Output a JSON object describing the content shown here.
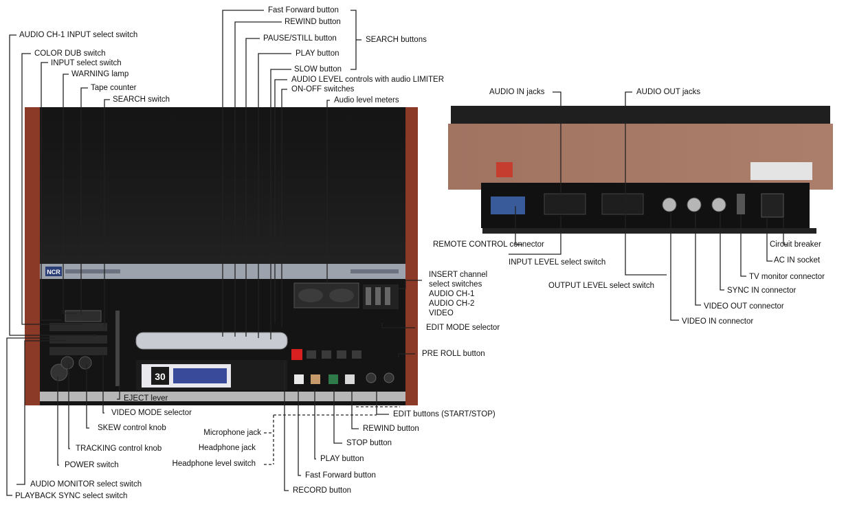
{
  "front_labels": {
    "audio_ch1_input": "AUDIO CH-1 INPUT select switch",
    "color_dub": "COLOR DUB switch",
    "input_select": "INPUT select switch",
    "warning_lamp": "WARNING lamp",
    "tape_counter": "Tape counter",
    "search_switch": "SEARCH switch",
    "fast_forward_top": "Fast Forward button",
    "rewind_top": "REWIND button",
    "pause_still": "PAUSE/STILL button",
    "play_top": "PLAY button",
    "slow": "SLOW button",
    "search_buttons": "SEARCH buttons",
    "audio_level_controls": "AUDIO LEVEL controls with audio LIMITER",
    "on_off_switches": "ON-OFF switches",
    "audio_level_meters": "Audio level meters",
    "insert_channel": "INSERT channel",
    "select_switches": "select switches",
    "audio_ch1": "AUDIO CH-1",
    "audio_ch2": "AUDIO CH-2",
    "video": "VIDEO",
    "edit_mode_selector": "EDIT MODE selector",
    "pre_roll": "PRE ROLL button",
    "edit_buttons": "EDIT buttons (START/STOP)",
    "rewind_bottom": "REWIND button",
    "stop": "STOP button",
    "play_bottom": "PLAY button",
    "fast_forward_bottom": "Fast Forward button",
    "record": "RECORD button",
    "microphone_jack": "Microphone jack",
    "headphone_jack": "Headphone jack",
    "headphone_level": "Headphone level switch",
    "eject_lever": "EJECT lever",
    "video_mode": "VIDEO MODE selector",
    "skew_knob": "SKEW control knob",
    "tracking_knob": "TRACKING control knob",
    "power_switch": "POWER switch",
    "audio_monitor": "AUDIO MONITOR select switch",
    "playback_sync": "PLAYBACK SYNC select switch"
  },
  "rear_labels": {
    "audio_in_jacks": "AUDIO IN jacks",
    "audio_out_jacks": "AUDIO OUT jacks",
    "remote_control": "REMOTE CONTROL connector",
    "input_level": "INPUT LEVEL select switch",
    "output_level": "OUTPUT LEVEL select switch",
    "video_in": "VIDEO IN connector",
    "video_out": "VIDEO OUT connector",
    "sync_in": "SYNC IN connector",
    "tv_monitor": "TV monitor connector",
    "ac_in": "AC IN socket",
    "circuit_breaker": "Circuit breaker"
  },
  "device": {
    "brand": "NCR",
    "cassette_label": "30"
  },
  "colors": {
    "wood": "#8a3a26",
    "panel_black": "#141414",
    "rear_wood": "#a77a68",
    "leader_line": "#222222",
    "record_button": "#d82020"
  }
}
